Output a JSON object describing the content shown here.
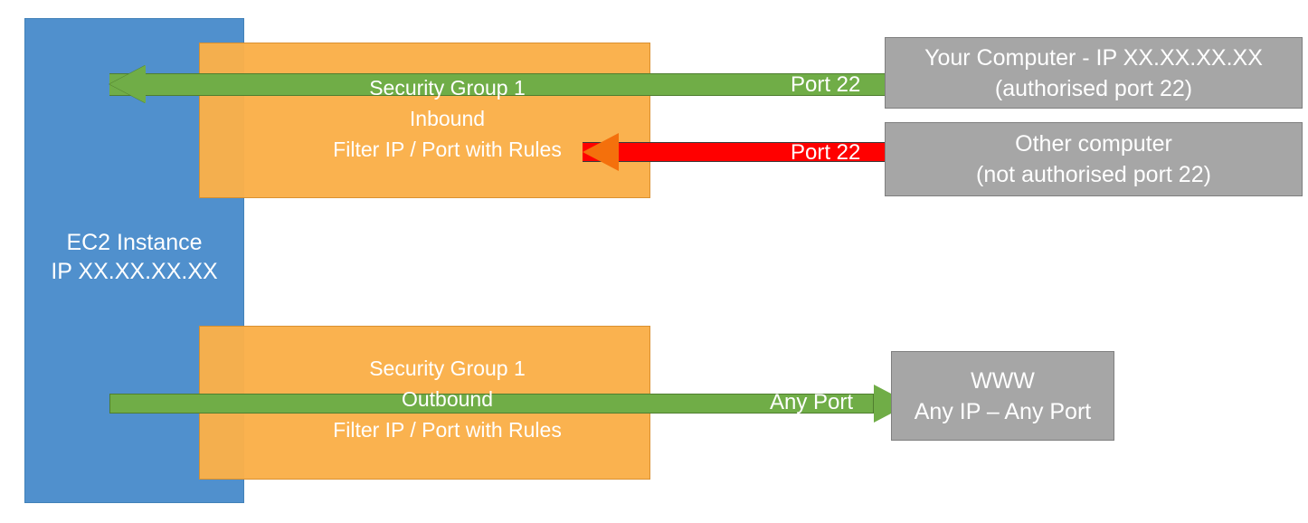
{
  "diagram": {
    "title": "AWS EC2 Security Group inbound and outbound traffic filtering",
    "colors": {
      "instance_blue": "#5090CD",
      "security_group_orange": "#FAB04A",
      "allowed_green": "#70AD47",
      "blocked_red": "#FF0000",
      "blocked_arrow_orange": "#F4700C",
      "endpoint_gray": "#A6A6A6",
      "text_white": "#FFFFFF"
    },
    "instance": {
      "name": "EC2 Instance",
      "ip": "IP XX.XX.XX.XX"
    },
    "security_groups": [
      {
        "id": "inbound",
        "name": "Security Group 1",
        "direction": "Inbound",
        "rule_text": "Filter IP / Port with Rules"
      },
      {
        "id": "outbound",
        "name": "Security Group 1",
        "direction": "Outbound",
        "rule_text": "Filter IP / Port with Rules"
      }
    ],
    "endpoints": [
      {
        "id": "your-computer",
        "line1": "Your Computer - IP XX.XX.XX.XX",
        "line2": "(authorised port 22)"
      },
      {
        "id": "other-computer",
        "line1": "Other computer",
        "line2": "(not authorised port 22)"
      },
      {
        "id": "www",
        "line1": "WWW",
        "line2": "Any IP – Any Port"
      }
    ],
    "connections": [
      {
        "id": "allowed-inbound",
        "port_label": "Port 22",
        "status": "allowed",
        "color": "#70AD47",
        "direction": "right-to-left"
      },
      {
        "id": "blocked-inbound",
        "port_label": "Port 22",
        "status": "blocked",
        "color": "#FF0000",
        "direction": "right-to-left"
      },
      {
        "id": "allowed-outbound",
        "port_label": "Any Port",
        "status": "allowed",
        "color": "#70AD47",
        "direction": "left-to-right"
      }
    ]
  }
}
